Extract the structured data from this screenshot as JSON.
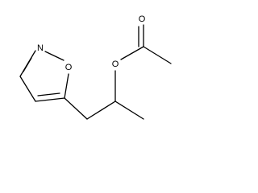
{
  "structure": {
    "atoms": {
      "ring_oxygen": "O",
      "ring_nitrogen": "N",
      "ester_oxygen": "O",
      "carbonyl_oxygen": "O"
    }
  }
}
